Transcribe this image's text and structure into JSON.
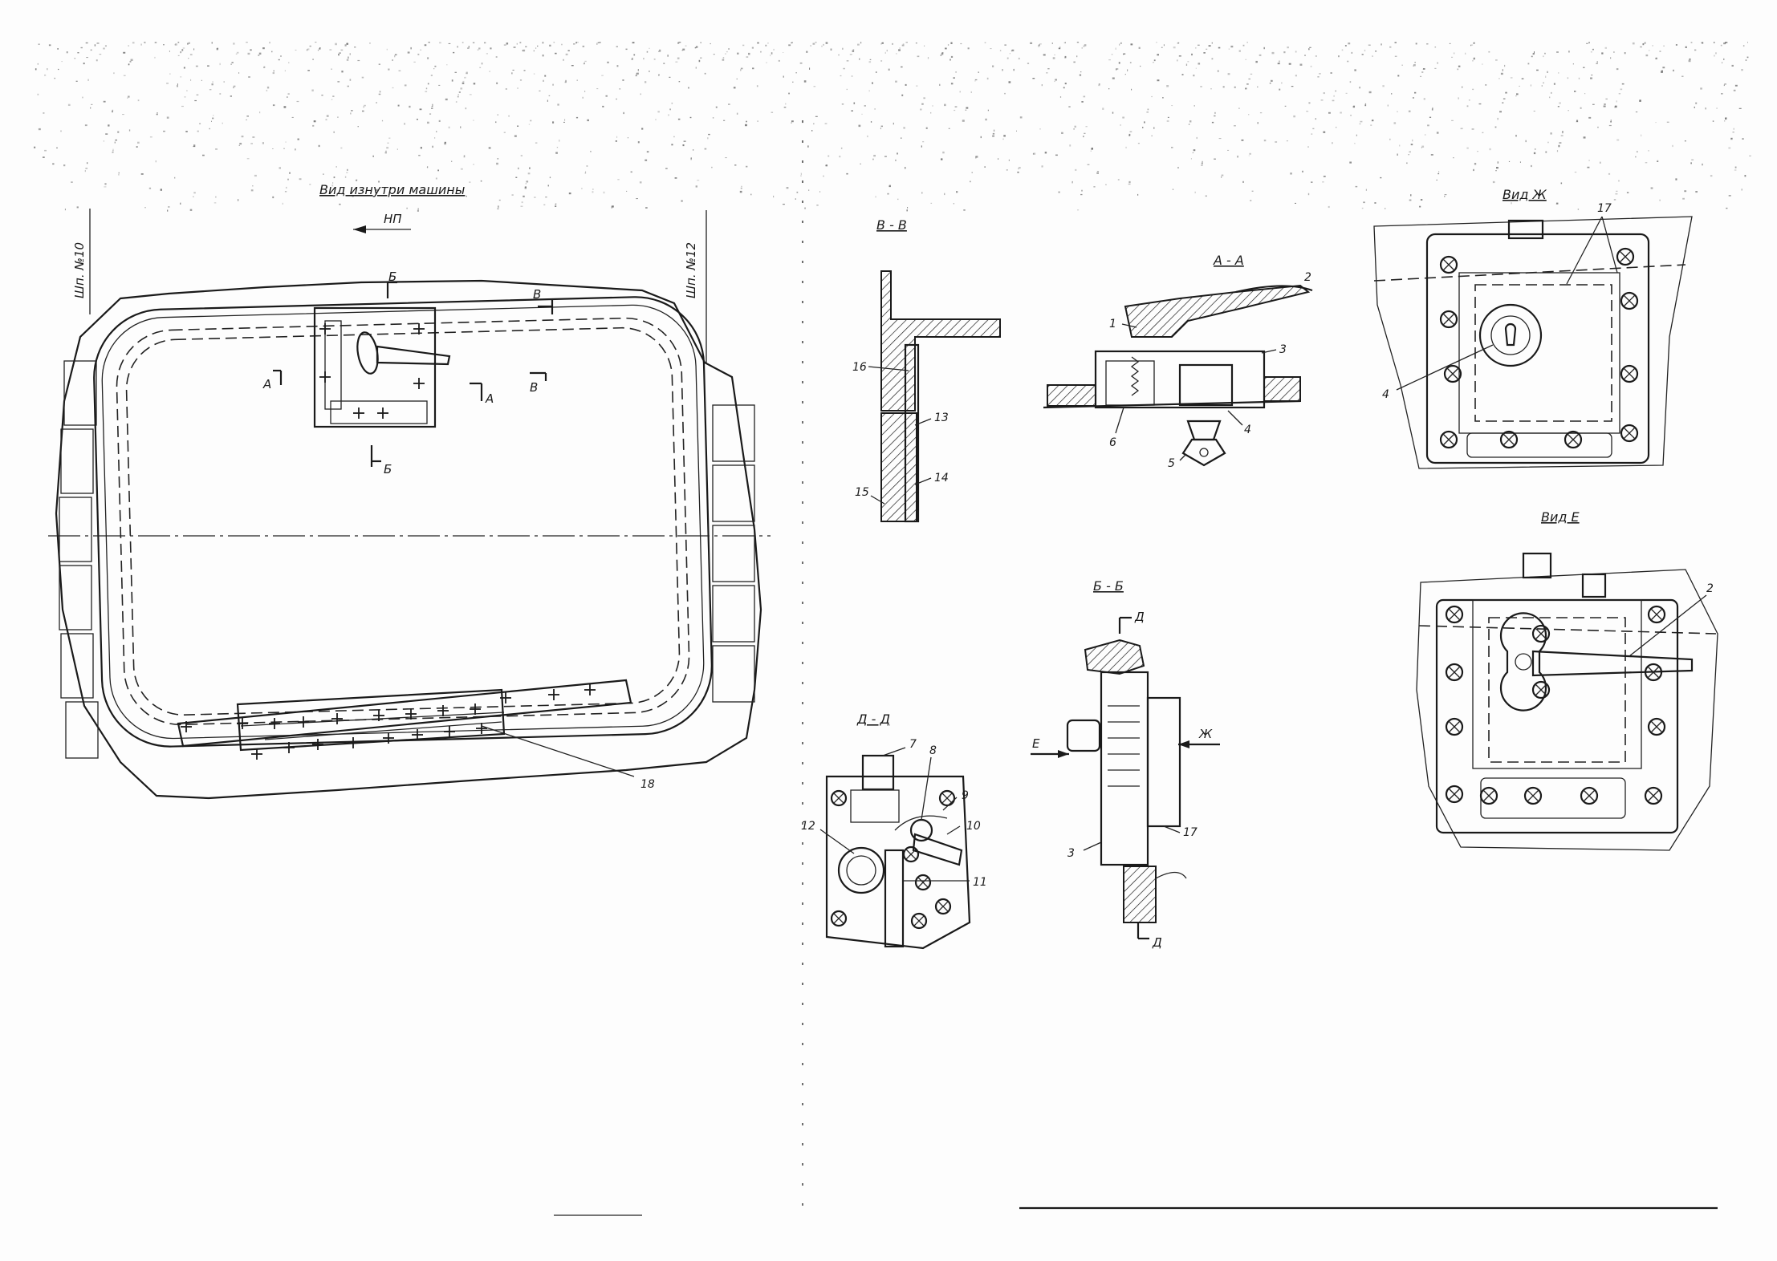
{
  "main_view": {
    "title": "Вид изнутри машины",
    "direction": "НП",
    "frame_left": "Шп. №10",
    "frame_right": "Шп. №12",
    "sections": {
      "a_left": "А",
      "a_right": "А",
      "b_top": "Б",
      "b_bottom": "Б",
      "v_top": "В",
      "v_bottom": "В"
    },
    "callout": "18"
  },
  "section_vv": {
    "title": "В - В",
    "callouts": [
      "16",
      "13",
      "14",
      "15"
    ]
  },
  "section_aa": {
    "title": "А - А",
    "callouts": [
      "2",
      "1",
      "3",
      "6",
      "4",
      "5"
    ]
  },
  "section_dd": {
    "title": "Д - Д",
    "callouts": [
      "7",
      "8",
      "9",
      "10",
      "12",
      "11"
    ]
  },
  "section_bb": {
    "title": "Б - Б",
    "marks": [
      "Д",
      "Д"
    ],
    "arrows": [
      "Е",
      "Ж"
    ],
    "callouts": [
      "17",
      "3"
    ]
  },
  "view_zh": {
    "title": "Вид Ж",
    "callouts": [
      "17",
      "4"
    ]
  },
  "view_e": {
    "title": "Вид Е",
    "callouts": [
      "2"
    ]
  }
}
